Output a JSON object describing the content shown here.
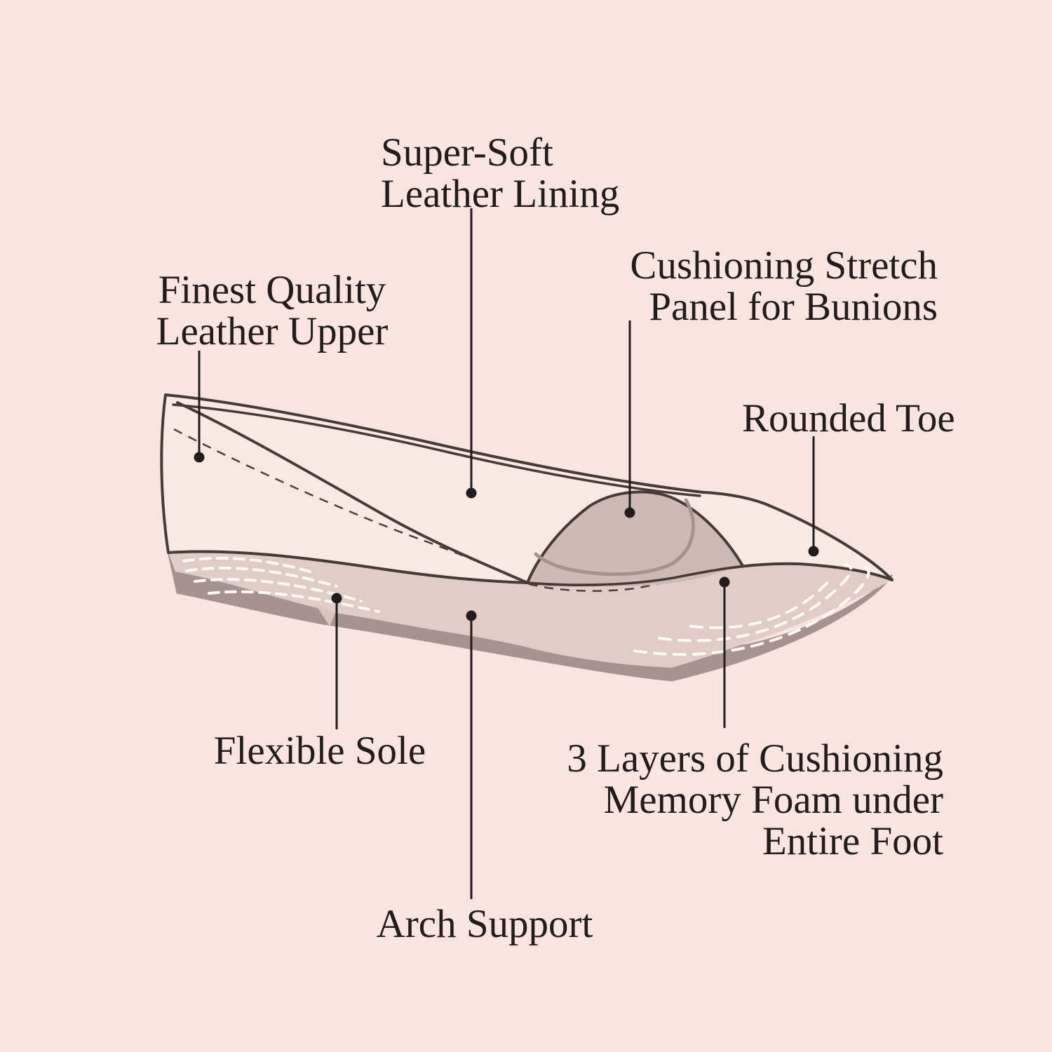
{
  "illustration": {
    "name": "ballet-flat-features-diagram",
    "subject": "ballet flat shoe side view with feature callouts"
  },
  "colors": {
    "bg": "#fae4df",
    "ink": "#211d1d",
    "outline": "#463c37",
    "upper_fill": "#f9e9e3",
    "insole_fill": "#e1ccc6",
    "panel_fill": "#cebab4",
    "panel_arc": "#a6938d",
    "sole_shadow": "#a6928e",
    "notch_fill": "#d9c4be",
    "stitch": "#fffaf3",
    "dash_line": "#4a403b"
  },
  "callouts": {
    "finest_quality": {
      "lines": [
        "Finest Quality",
        "Leather Upper"
      ]
    },
    "super_soft": {
      "lines": [
        "Super-Soft",
        "Leather Lining"
      ]
    },
    "cushioning_stretch": {
      "lines": [
        "Cushioning Stretch",
        "Panel for Bunions"
      ]
    },
    "rounded_toe": {
      "lines": [
        "Rounded Toe"
      ]
    },
    "flexible_sole": {
      "lines": [
        "Flexible Sole"
      ]
    },
    "three_layers": {
      "lines": [
        "3 Layers of Cushioning",
        "Memory Foam under",
        "Entire Foot"
      ]
    },
    "arch_support": {
      "lines": [
        "Arch Support"
      ]
    }
  }
}
